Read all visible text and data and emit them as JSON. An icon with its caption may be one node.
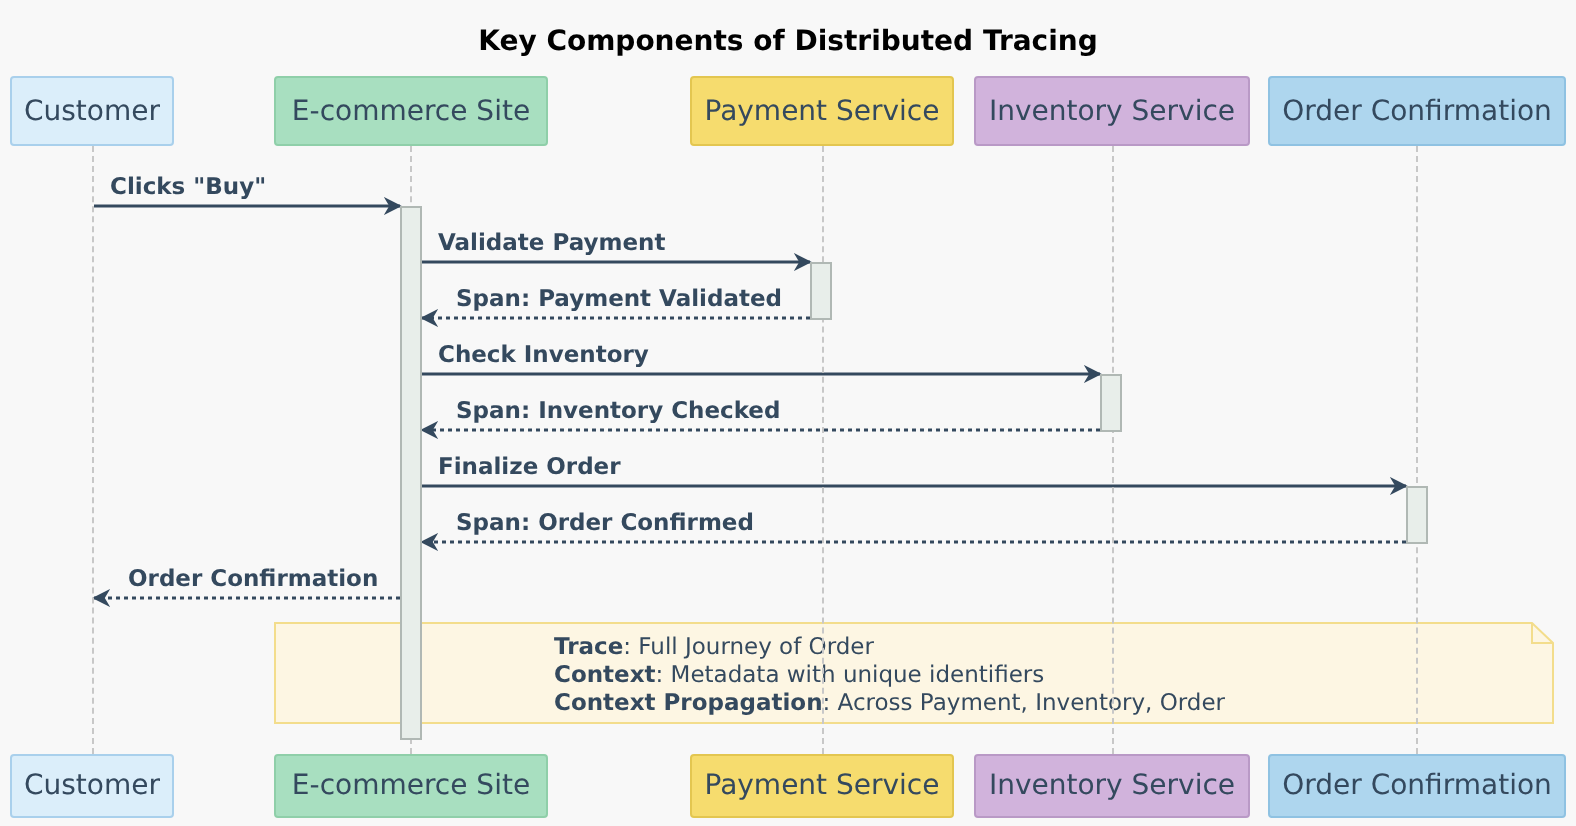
{
  "diagram": {
    "title": "Key Components of Distributed Tracing",
    "nodes": [
      {
        "text": [
          "Customer"
        ]
      },
      {
        "text": [
          "E-commerce Site"
        ]
      },
      {
        "text": [
          "Payment Service"
        ]
      },
      {
        "text": [
          "Inventory Service"
        ]
      },
      {
        "text": [
          "Order Confirmation"
        ]
      },
      {
        "text": [
          "Customer"
        ]
      },
      {
        "text": [
          "E-commerce Site"
        ]
      },
      {
        "text": [
          "Payment Service"
        ]
      },
      {
        "text": [
          "Inventory Service"
        ]
      },
      {
        "text": [
          "Order Confirmation"
        ]
      },
      {
        "text": [],
        "shape": "line"
      },
      {
        "text": [],
        "shape": "bar"
      },
      {
        "text": [],
        "shape": "bar"
      },
      {
        "text": [],
        "shape": "bar"
      },
      {
        "text": [],
        "shape": "bar"
      },
      {
        "text": [
          "**Trace**: Full Journey of Order",
          "**Context**: Metadata with unique identifiers",
          "**Context Propagation**: Across Payment, Inventory, Order"
        ]
      },
      {
        "text": [],
        "shape": "line"
      },
      {
        "text": [],
        "shape": "line"
      },
      {
        "text": [],
        "shape": "line"
      },
      {
        "text": [],
        "shape": "line"
      }
    ],
    "edges": [
      {
        "from": 10,
        "to": 11,
        "arrow": "to",
        "label": "Clicks \"Buy\""
      },
      {
        "from": 11,
        "to": 12,
        "arrow": "to",
        "label": "Validate Payment"
      },
      {
        "from": 12,
        "to": 11,
        "arrow": "to",
        "label": "Span: Payment Validated",
        "style": "dashed"
      },
      {
        "from": 11,
        "to": 13,
        "arrow": "to",
        "label": "Check Inventory"
      },
      {
        "from": 13,
        "to": 11,
        "arrow": "to",
        "label": "Span: Inventory Checked",
        "style": "dashed"
      },
      {
        "from": 11,
        "to": 14,
        "arrow": "to",
        "label": "Finalize Order"
      },
      {
        "from": 14,
        "to": 11,
        "arrow": "to",
        "label": "Span: Order Confirmed",
        "style": "dashed"
      },
      {
        "from": 11,
        "to": 10,
        "arrow": "to",
        "label": "Order Confirmation",
        "style": "dashed"
      }
    ]
  }
}
